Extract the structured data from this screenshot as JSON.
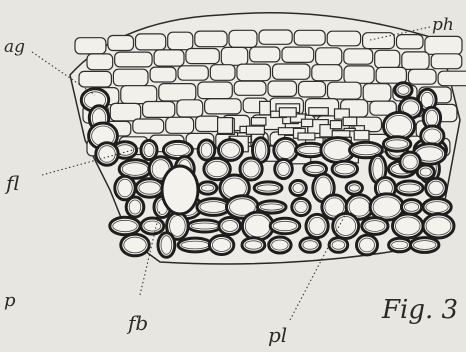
{
  "figure": {
    "caption": "Fig. 3",
    "labels": {
      "ag": "ag",
      "ph": "ph",
      "fl": "fl",
      "fb": "fb",
      "pl": "pl",
      "p": "p"
    }
  },
  "colors": {
    "paper": "#e8e6e0",
    "ink": "#2a2a2a"
  }
}
